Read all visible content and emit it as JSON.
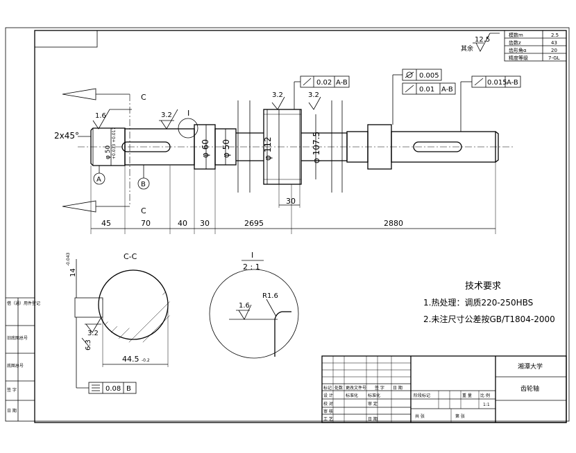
{
  "part_name": "齿轮轴",
  "school": "湘潭大学",
  "gear_params": [
    {
      "label": "模数m",
      "value": "2.5"
    },
    {
      "label": "齿数z",
      "value": "43"
    },
    {
      "label": "齿形角α",
      "value": "20"
    },
    {
      "label": "精度等级",
      "value": "7-GL"
    }
  ],
  "surface": {
    "roughness": "12.5",
    "rest_label": "其余"
  },
  "tolerances": [
    {
      "symbol": "↗",
      "value": "0.02",
      "datum": "A-B"
    },
    {
      "symbol": "⌭",
      "value": "0.005",
      "datum": ""
    },
    {
      "symbol": "↗",
      "value": "0.01",
      "datum": "A-B"
    },
    {
      "symbol": "↗",
      "value": "0.015",
      "datum": "A-B"
    },
    {
      "symbol": "☰",
      "value": "0.08",
      "datum": "B"
    }
  ],
  "roughness_marks": [
    "1.6",
    "3.2",
    "3.2",
    "3.2",
    "1.6",
    "3.2"
  ],
  "chamfer": "2x45°",
  "section_labels": {
    "cut_top": "C",
    "cut_bottom": "C",
    "section_title": "C-C",
    "detail_label": "I",
    "detail_scale": "2 : 1",
    "detail_mark": "I"
  },
  "datums": [
    "A",
    "B"
  ],
  "diameters": [
    "φ 50",
    "φ 60",
    "φ 50",
    "φ 112",
    "φ 107.5"
  ],
  "small_tol": {
    "d50_tol": "+0.033 +0.017",
    "keyway_tol": "-0.2",
    "keyway_width_tol": "-0.043"
  },
  "dimensions": {
    "d45": "45",
    "d70": "70",
    "d40": "40",
    "d30a": "30",
    "d2695": "2695",
    "d2880": "2880",
    "d30b": "30",
    "d14": "14",
    "d44_5": "44.5",
    "d6_3": "6.3",
    "r16": "R1.6"
  },
  "tech_req": {
    "title": "技术要求",
    "items": [
      "1.热处理：调质220-250HBS",
      "2.未注尺寸公差按GB/T1804-2000"
    ]
  },
  "title_block": {
    "row1": [
      "标记",
      "处数",
      "更改文件号",
      "签 字",
      "日 期"
    ],
    "row2": [
      "设 计",
      "标准化",
      "标准化"
    ],
    "row3": [
      "校 对",
      "审 定"
    ],
    "row4": [
      "审 核"
    ],
    "row5": [
      "工 艺",
      "日 期"
    ],
    "stage": "阶段标记",
    "weight": "重 量",
    "ratio": "比 例",
    "ratio_val": "1:1",
    "sheet_a": "共 张",
    "sheet_b": "第 张"
  },
  "left_strip": [
    "借（通）用件登记",
    "旧底图总号",
    "底图总号",
    "签 字",
    "日 期"
  ]
}
